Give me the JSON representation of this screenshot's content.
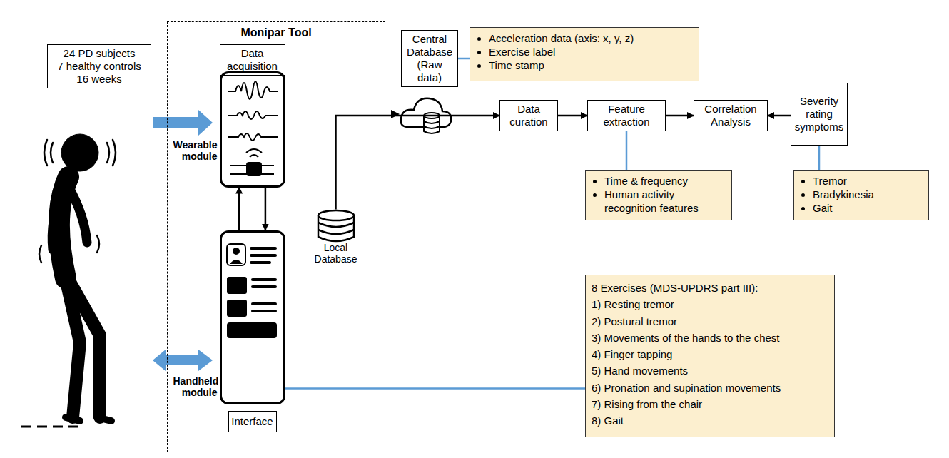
{
  "diagram": {
    "nodes": [
      {
        "text": [
          "24 PD subjects",
          "7 healthy controls",
          "16 weeks"
        ]
      },
      {
        "text": [
          "Monipar Tool"
        ]
      },
      {
        "text": [
          "Data acquisition"
        ],
        "in": 1
      },
      {
        "text": [
          "Wearable module"
        ],
        "in": 1
      },
      {
        "text": [
          "Handheld module"
        ],
        "in": 1
      },
      {
        "text": [
          "Interface"
        ],
        "in": 1
      },
      {
        "text": [
          "Local Database"
        ],
        "in": 1
      },
      {
        "text": [
          "Central Database (Raw data)"
        ]
      },
      {
        "text": [
          "Acceleration data (axis: x, y, z)",
          "Exercise label",
          "Time stamp"
        ]
      },
      {
        "text": [
          "Data curation"
        ]
      },
      {
        "text": [
          "Feature extraction"
        ]
      },
      {
        "text": [
          "Correlation Analysis"
        ]
      },
      {
        "text": [
          "Severity rating symptoms"
        ]
      },
      {
        "text": [
          "Time & frequency",
          "Human activity recognition features"
        ]
      },
      {
        "text": [
          "Tremor",
          "Bradykinesia",
          "Gait"
        ]
      },
      {
        "text": [
          "8 Exercises (MDS-UPDRS part III):",
          "1) Resting tremor",
          "2) Postural tremor",
          "3) Movements of the hands to the chest",
          "4) Finger tapping",
          "5) Hand movements",
          "6) Pronation and supination movements",
          "7) Rising from the chair",
          "8) Gait"
        ]
      }
    ],
    "edges": [
      {
        "from": 4,
        "to": 3,
        "arrow": "to"
      },
      {
        "from": 3,
        "to": 4,
        "arrow": "to"
      },
      {
        "from": 6,
        "to": 9,
        "arrow": "to"
      },
      {
        "from": 7,
        "to": 8,
        "arrow": "none"
      },
      {
        "from": 9,
        "to": 10,
        "arrow": "to"
      },
      {
        "from": 10,
        "to": 11,
        "arrow": "to"
      },
      {
        "from": 12,
        "to": 11,
        "arrow": "to"
      },
      {
        "from": 10,
        "to": 13,
        "arrow": "none"
      },
      {
        "from": 12,
        "to": 14,
        "arrow": "none"
      },
      {
        "from": 4,
        "to": 15,
        "arrow": "none"
      }
    ]
  }
}
